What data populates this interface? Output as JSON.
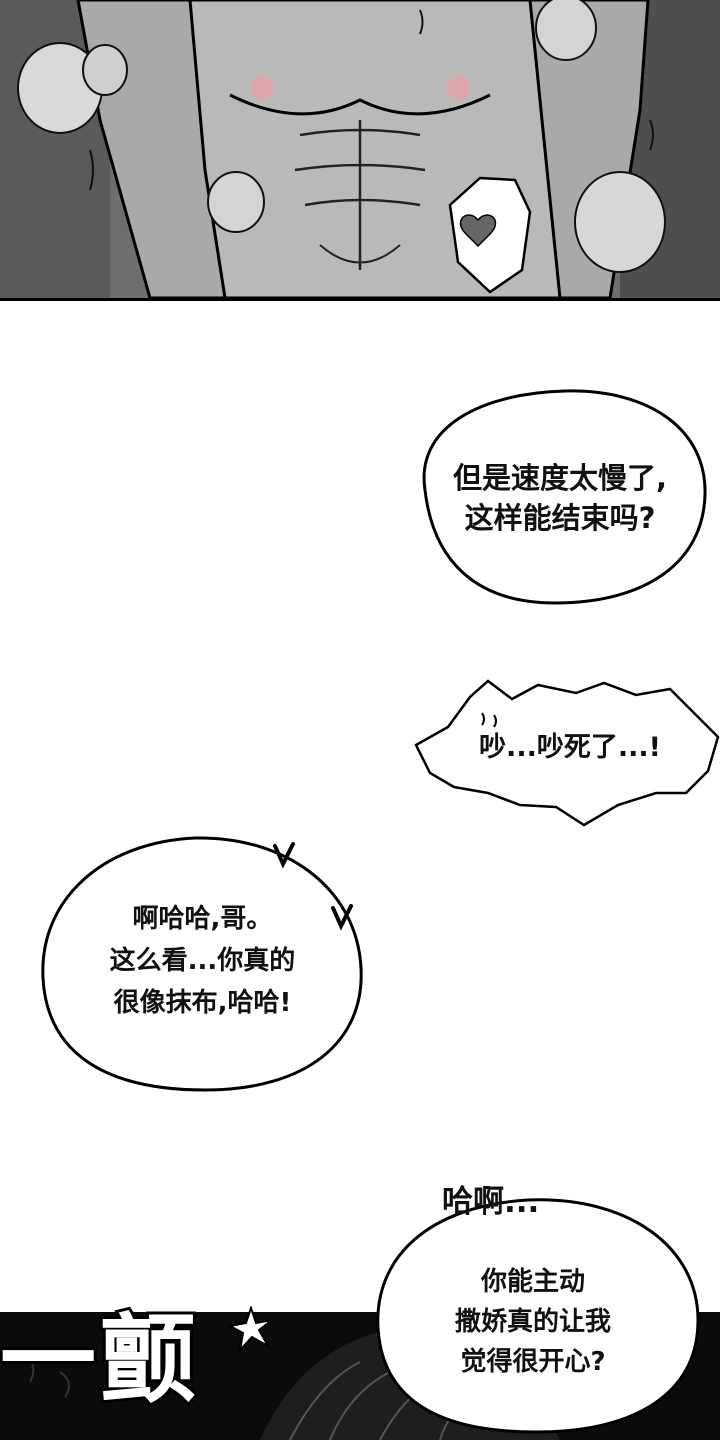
{
  "panels": {
    "top_scene": "shirtless-torso-shower",
    "bottom_scene": "dark-hair"
  },
  "bubbles": {
    "b1": {
      "lines": [
        "但是速度太慢了,",
        "这样能结束吗?"
      ]
    },
    "b2": {
      "lines": [
        "吵...吵死了...!"
      ]
    },
    "b3": {
      "lines": [
        "啊哈哈,哥。",
        "这么看...你真的",
        "很像抹布,哈哈!"
      ]
    },
    "b4": {
      "lead": "哈啊...",
      "lines": [
        "你能主动",
        "撒娇真的让我",
        "觉得很开心?"
      ]
    }
  },
  "sfx": {
    "text": "一颤"
  },
  "icons": [
    "heart-icon",
    "spark-icon"
  ]
}
